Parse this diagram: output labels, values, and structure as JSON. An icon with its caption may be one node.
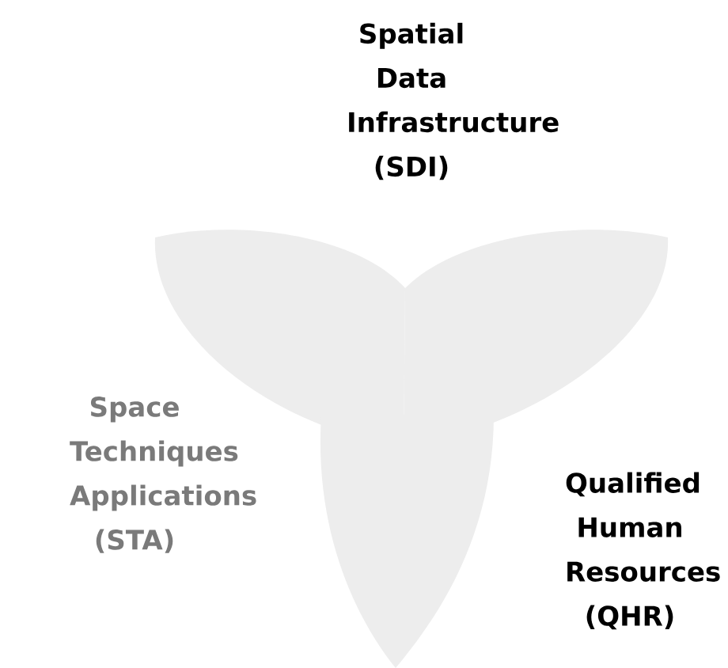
{
  "diagram": {
    "labels": [
      "Spatial Data Infrastructure (SDI)",
      "Space Techniques Applications (STA)",
      "Qualified Human Resources (QHR)"
    ]
  }
}
